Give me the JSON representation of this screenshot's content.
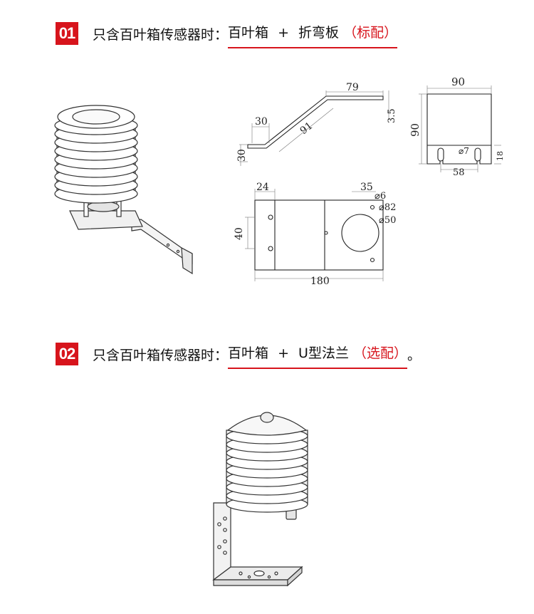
{
  "section1": {
    "number": "01",
    "label": "只含百叶箱传感器时：",
    "item_a": "百叶箱",
    "plus": "+",
    "item_b": "折弯板",
    "note": "（标配）"
  },
  "section2": {
    "number": "02",
    "label": "只含百叶箱传感器时：",
    "item_a": "百叶箱",
    "plus": "+",
    "item_b": "U型法兰",
    "note": "（选配）",
    "end": "。"
  },
  "dims": {
    "bent_30_horizontal": "30",
    "bent_30_vertical": "30",
    "bent_91": "91",
    "bent_79": "79",
    "bent_3_5": "3.5",
    "u_90_width": "90",
    "u_90_height": "90",
    "u_hole": "⌀7",
    "u_58": "58",
    "u_18": "18",
    "plate_24": "24",
    "plate_35": "35",
    "plate_hole_6": "⌀6",
    "plate_82": "⌀82",
    "plate_50": "⌀50",
    "plate_40": "40",
    "plate_180": "180"
  },
  "colors": {
    "accent": "#d7141c"
  }
}
